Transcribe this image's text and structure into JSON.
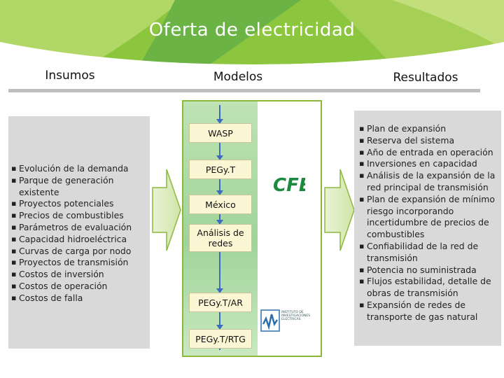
{
  "title": "Oferta de electricidad",
  "columns": {
    "inputs": "Insumos",
    "models": "Modelos",
    "results": "Resultados"
  },
  "inputs": [
    "Evolución de la demanda",
    "Parque de generación existente",
    "Proyectos potenciales",
    "Precios de combustibles",
    "Parámetros de evaluación",
    "Capacidad hidroeléctrica",
    "Curvas de carga por nodo",
    "Proyectos de transmisión",
    "Costos de inversión",
    "Costos de operación",
    "Costos de falla"
  ],
  "models": [
    "WASP",
    "PEGy.T",
    "México",
    "Análisis de redes",
    "PEGy.T/AR",
    "PEGy.T/RTG"
  ],
  "results": [
    "Plan de expansión",
    "Reserva del sistema",
    "Año de entrada en operación",
    "Inversiones en capacidad",
    "Análisis de la expansión de la red principal de transmisión",
    "Plan de expansión de mínimo riesgo incorporando incertidumbre de precios de combustibles",
    "Confiabilidad de la red de transmisión",
    "Potencia no suministrada",
    "Flujos estabilidad, detalle de obras de transmisión",
    "Expansión de redes de transporte de gas natural"
  ],
  "logos": {
    "cfe": "CFE",
    "iie": "INSTITUTO DE INVESTIGACIONES ELECTRICAS"
  },
  "colors": {
    "banner_dark": "#1f9a4b",
    "banner_light": "#a8d25a",
    "frame_green": "#8db63c",
    "flow_blue": "#3d6bbf",
    "cfe_green": "#1a8a3c"
  }
}
